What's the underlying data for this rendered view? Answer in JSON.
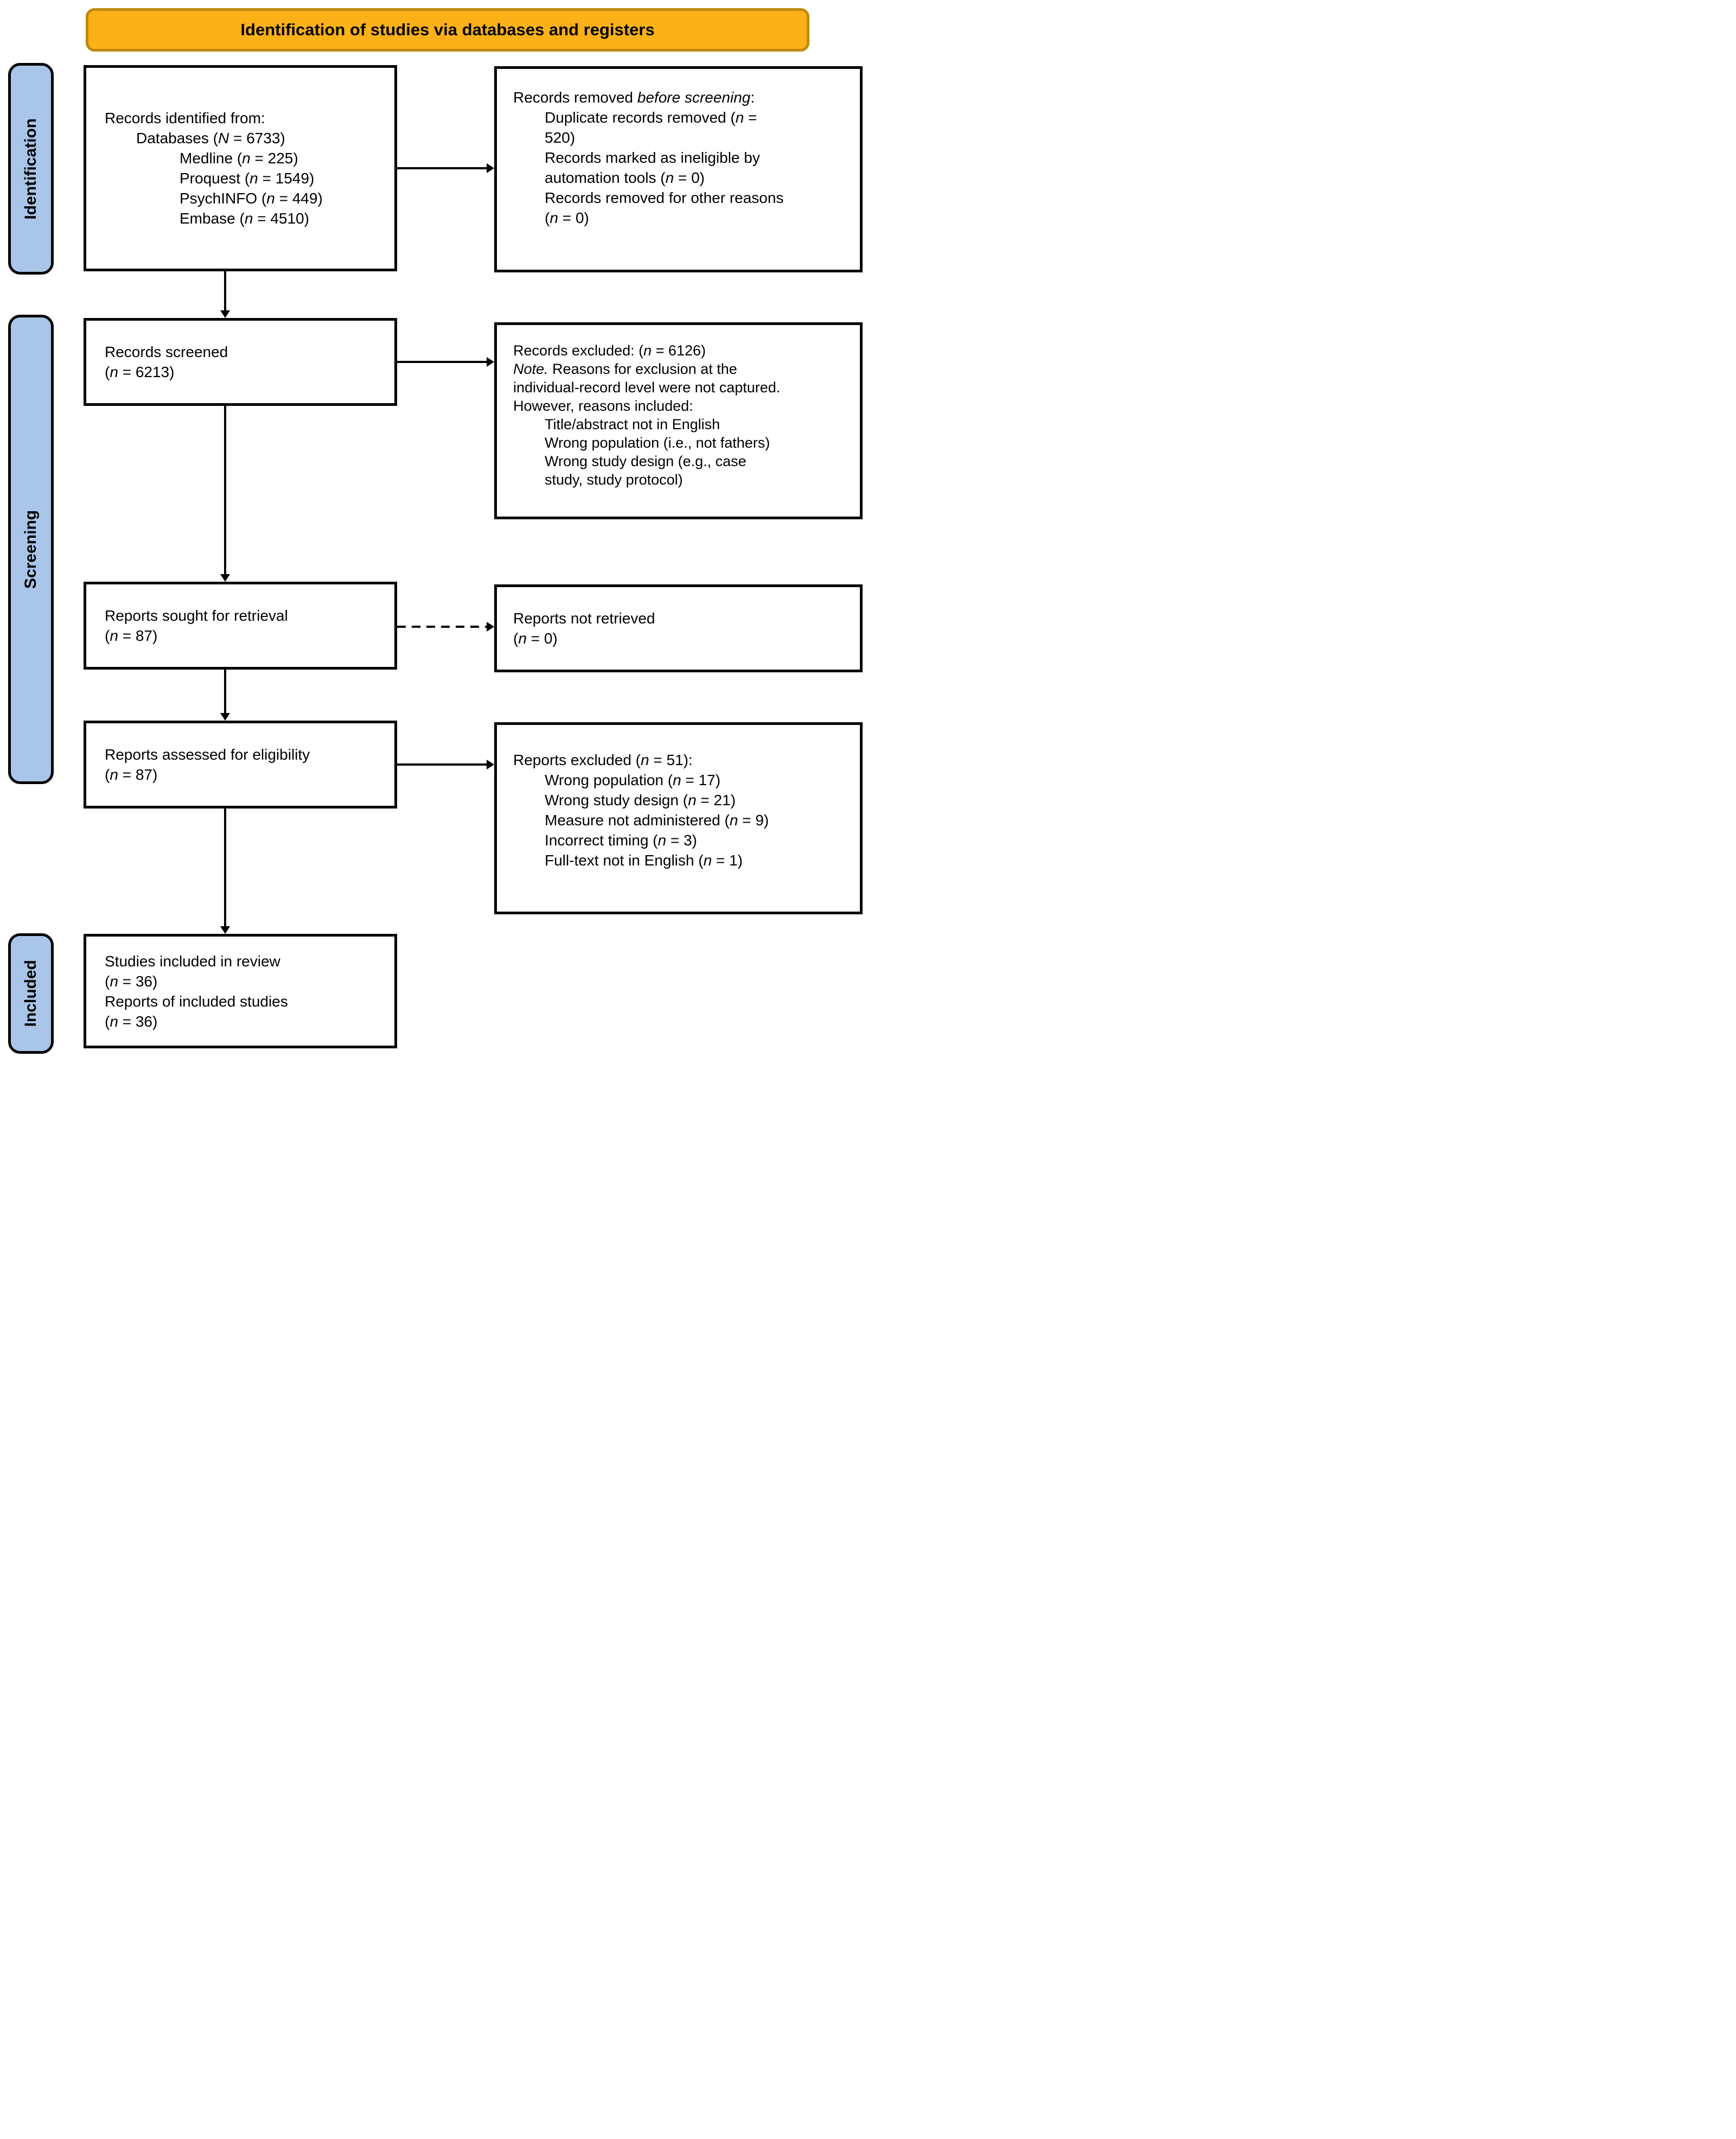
{
  "banner": {
    "title": "Identification of studies via databases and registers"
  },
  "sidebar": [
    {
      "label": "Identification"
    },
    {
      "label": "Screening"
    },
    {
      "label": "Included"
    }
  ],
  "colors": {
    "banner_fill": "#FBB117",
    "banner_border": "#BF8A0B",
    "sidebar_fill": "#A9C6E9",
    "box_background": "#FFFFFF",
    "line_color": "#000000"
  },
  "boxes": {
    "records_identified": {
      "lines": [
        {
          "indent": 0,
          "segs": [
            {
              "t": "Records identified from:"
            }
          ]
        },
        {
          "indent": 1,
          "segs": [
            {
              "t": "Databases ("
            },
            {
              "t": "N",
              "i": true
            },
            {
              "t": " = 6733)"
            }
          ]
        },
        {
          "indent": 2,
          "segs": [
            {
              "t": "Medline ("
            },
            {
              "t": "n",
              "i": true
            },
            {
              "t": " = 225)"
            }
          ]
        },
        {
          "indent": 2,
          "segs": [
            {
              "t": "Proquest ("
            },
            {
              "t": "n",
              "i": true
            },
            {
              "t": " = 1549)"
            }
          ]
        },
        {
          "indent": 2,
          "segs": [
            {
              "t": "PsychINFO ("
            },
            {
              "t": "n",
              "i": true
            },
            {
              "t": " = 449)"
            }
          ]
        },
        {
          "indent": 2,
          "segs": [
            {
              "t": "Embase ("
            },
            {
              "t": "n",
              "i": true
            },
            {
              "t": " = 4510)"
            }
          ]
        }
      ]
    },
    "records_removed": {
      "lines": [
        {
          "indent": 0,
          "segs": [
            {
              "t": "Records removed "
            },
            {
              "t": "before screening",
              "i": true
            },
            {
              "t": ":"
            }
          ]
        },
        {
          "indent": 1,
          "segs": [
            {
              "t": "Duplicate records removed ("
            },
            {
              "t": "n",
              "i": true
            },
            {
              "t": " ="
            }
          ]
        },
        {
          "indent": 1,
          "segs": [
            {
              "t": "520)"
            }
          ]
        },
        {
          "indent": 1,
          "segs": [
            {
              "t": "Records marked as ineligible by"
            }
          ]
        },
        {
          "indent": 1,
          "segs": [
            {
              "t": "automation tools ("
            },
            {
              "t": "n",
              "i": true
            },
            {
              "t": " = 0)"
            }
          ]
        },
        {
          "indent": 1,
          "segs": [
            {
              "t": "Records removed for other reasons"
            }
          ]
        },
        {
          "indent": 1,
          "segs": [
            {
              "t": "("
            },
            {
              "t": "n",
              "i": true
            },
            {
              "t": " = 0)"
            }
          ]
        }
      ]
    },
    "records_screened": {
      "lines": [
        {
          "indent": 0,
          "segs": [
            {
              "t": "Records screened"
            }
          ]
        },
        {
          "indent": 0,
          "segs": [
            {
              "t": "("
            },
            {
              "t": "n",
              "i": true
            },
            {
              "t": " = 6213)"
            }
          ]
        }
      ]
    },
    "records_excluded": {
      "lines": [
        {
          "indent": 0,
          "segs": [
            {
              "t": "Records excluded: ("
            },
            {
              "t": "n",
              "i": true
            },
            {
              "t": " = 6126)"
            }
          ]
        },
        {
          "indent": 0,
          "segs": [
            {
              "t": "Note.",
              "i": true
            },
            {
              "t": " Reasons for exclusion at the"
            }
          ]
        },
        {
          "indent": 0,
          "segs": [
            {
              "t": "individual-record level were not captured."
            }
          ]
        },
        {
          "indent": 0,
          "segs": [
            {
              "t": "However, reasons included:"
            }
          ]
        },
        {
          "indent": 1,
          "segs": [
            {
              "t": "Title/abstract not in English"
            }
          ]
        },
        {
          "indent": 1,
          "segs": [
            {
              "t": "Wrong population (i.e., not fathers)"
            }
          ]
        },
        {
          "indent": 1,
          "segs": [
            {
              "t": "Wrong study design (e.g., case"
            }
          ]
        },
        {
          "indent": 1,
          "segs": [
            {
              "t": "study, study protocol)"
            }
          ]
        }
      ]
    },
    "reports_sought": {
      "lines": [
        {
          "indent": 0,
          "segs": [
            {
              "t": "Reports sought for retrieval"
            }
          ]
        },
        {
          "indent": 0,
          "segs": [
            {
              "t": "("
            },
            {
              "t": "n",
              "i": true
            },
            {
              "t": " = 87)"
            }
          ]
        }
      ]
    },
    "reports_not_retrieved": {
      "lines": [
        {
          "indent": 0,
          "segs": [
            {
              "t": "Reports not retrieved"
            }
          ]
        },
        {
          "indent": 0,
          "segs": [
            {
              "t": "("
            },
            {
              "t": "n",
              "i": true
            },
            {
              "t": " = 0)"
            }
          ]
        }
      ]
    },
    "reports_assessed": {
      "lines": [
        {
          "indent": 0,
          "segs": [
            {
              "t": "Reports assessed for eligibility"
            }
          ]
        },
        {
          "indent": 0,
          "segs": [
            {
              "t": "("
            },
            {
              "t": "n",
              "i": true
            },
            {
              "t": " = 87)"
            }
          ]
        }
      ]
    },
    "reports_excluded": {
      "lines": [
        {
          "indent": 0,
          "segs": [
            {
              "t": "Reports excluded ("
            },
            {
              "t": "n",
              "i": true
            },
            {
              "t": " = 51):"
            }
          ]
        },
        {
          "indent": 1,
          "segs": [
            {
              "t": "Wrong population ("
            },
            {
              "t": "n",
              "i": true
            },
            {
              "t": " = 17)"
            }
          ]
        },
        {
          "indent": 1,
          "segs": [
            {
              "t": "Wrong study design ("
            },
            {
              "t": "n",
              "i": true
            },
            {
              "t": " = 21)"
            }
          ]
        },
        {
          "indent": 1,
          "segs": [
            {
              "t": "Measure not administered ("
            },
            {
              "t": "n",
              "i": true
            },
            {
              "t": " = 9)"
            }
          ]
        },
        {
          "indent": 1,
          "segs": [
            {
              "t": "Incorrect timing ("
            },
            {
              "t": "n",
              "i": true
            },
            {
              "t": " = 3)"
            }
          ]
        },
        {
          "indent": 1,
          "segs": [
            {
              "t": "Full-text not in English ("
            },
            {
              "t": "n",
              "i": true
            },
            {
              "t": " = 1)"
            }
          ]
        }
      ]
    },
    "studies_included": {
      "lines": [
        {
          "indent": 0,
          "segs": [
            {
              "t": "Studies included in review"
            }
          ]
        },
        {
          "indent": 0,
          "segs": [
            {
              "t": "("
            },
            {
              "t": "n",
              "i": true
            },
            {
              "t": " = 36)"
            }
          ]
        },
        {
          "indent": 0,
          "segs": [
            {
              "t": "Reports of included studies"
            }
          ]
        },
        {
          "indent": 0,
          "segs": [
            {
              "t": "("
            },
            {
              "t": "n",
              "i": true
            },
            {
              "t": " = 36)"
            }
          ]
        }
      ]
    }
  }
}
